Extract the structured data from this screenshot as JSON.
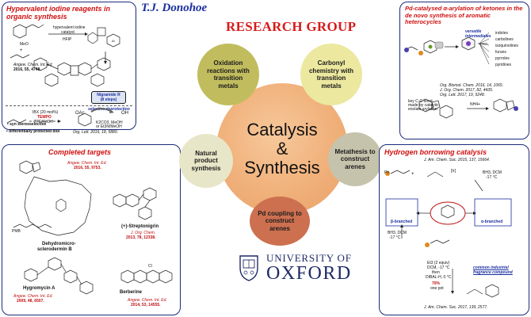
{
  "header": {
    "group_leader": "T.J. Donohoe",
    "group_name": "RESEARCH GROUP"
  },
  "center": {
    "line1": "Catalysis",
    "line2": "&",
    "line3": "Synthesis"
  },
  "satellites": {
    "oxidation": "Oxidation reactions with transition metals",
    "carbonyl": "Carbonyl chemistry with transition metals",
    "metathesis": "Metathesis to construct arenes",
    "pd_coupling": "Pd coupling to construct arenes",
    "natural_product": "Natural product synthesis"
  },
  "oxford": {
    "university_of": "UNIVERSITY OF",
    "oxford": "OXFORD"
  },
  "hypervalent_panel": {
    "title": "Hypervalent iodine reagents in organic synthesis",
    "catalyst_line1": "hypervalent iodine",
    "catalyst_line2": "catalyst",
    "catalyst_line3": "HFIP",
    "ref1_journal": "Angew. Chem. Int. Ed.",
    "ref1_detail": "2016, 55, 4748.",
    "nigramide_name": "Nigramide R",
    "nigramide_steps": "(8 steps)",
    "selective_deprotection": "selective deprotection",
    "reagent_line1": "IBX (20 mol%)",
    "reagent_line2": "TEMPO",
    "reagent_line3": "TFE/AcOH",
    "group_oac": "OAc",
    "group_oh": "OH",
    "conditions": "K2CO3, MeOH",
    "conditions2": "or Et3N/MeOH",
    "bullet1": "• syn stereoselective",
    "bullet2": "• differentially protected diol",
    "ref2": "Org. Lett. 2016, 18, 5880."
  },
  "completed_targets": {
    "title": "Completed targets",
    "ref_a": "Angew. Chem. Int. Ed.",
    "ref_a_detail": "2016, 55, 9753.",
    "dehydro_name_1": "Dehydromicro-",
    "dehydro_name_2": "sclerodermin B",
    "streptonigrin": "(+)-Streptonigrin",
    "strep_ref": "J. Org. Chem.",
    "strep_ref_detail": "2013, 78, 12338.",
    "hygromycin": "Hygromycin A",
    "hyg_ref": "Angew. Chem. Int. Ed.",
    "hyg_ref_detail": "2009, 48, 6507.",
    "berberine": "Berberine",
    "berb_ref": "Angew. Chem. Int. Ed.",
    "berb_ref_detail": "2014, 53, 14555.",
    "label_pmb": "PMB",
    "label_cl": "Cl"
  },
  "pd_panel": {
    "title": "Pd-catalysed α-arylation of ketones in the de novo synthesis of aromatic heterocycles",
    "versatile": "versatile intermediates",
    "products": [
      "indoles",
      "carbolines",
      "isoquinolines",
      "furans",
      "pyrroles",
      "pyridines"
    ],
    "ref1": "Org. Biomol. Chem. 2016, 14, 1065.",
    "ref2": "J. Org. Chem. 2017, 82, 4435.",
    "ref3": "Org. Lett. 2017, 19, 5248.",
    "key_bond_1": "key C-C bond",
    "key_bond_2": "made by catalytic",
    "key_bond_3": "enolate arylation",
    "reagent_nh": "NH4+"
  },
  "hydrogen_panel": {
    "title": "Hydrogen borrowing catalysis",
    "ref_top": "J. Am. Chem. Soc. 2015, 137, 15664.",
    "beta_branched": "β-branched",
    "alpha_branched": "α-branched",
    "conditions_ir": "[Ir]",
    "cond_b": "BH3, DCM",
    "cond_b2": "-17 °C",
    "cond_c": "BH3, DCM",
    "cond_c2": "-17 °C",
    "cond_d": "Et3 (2 equiv)",
    "cond_d2": "DCM, -17 °C",
    "cond_d3": "then",
    "cond_d4": "DIBAL-H, 0 °C",
    "yield": "70%",
    "yield_note": "one pot",
    "fragrance_1": "common industrial",
    "fragrance_2": "fragrance compound",
    "ref_bottom": "J. Am. Chem. Soc. 2017, 139, 2577.",
    "label_ph": "Ph"
  },
  "colors": {
    "panel_border": "#1b2a7a",
    "title_red": "#d01010",
    "donohoe_blue": "#1a2ea0",
    "oxford_blue": "#1e2a66"
  }
}
